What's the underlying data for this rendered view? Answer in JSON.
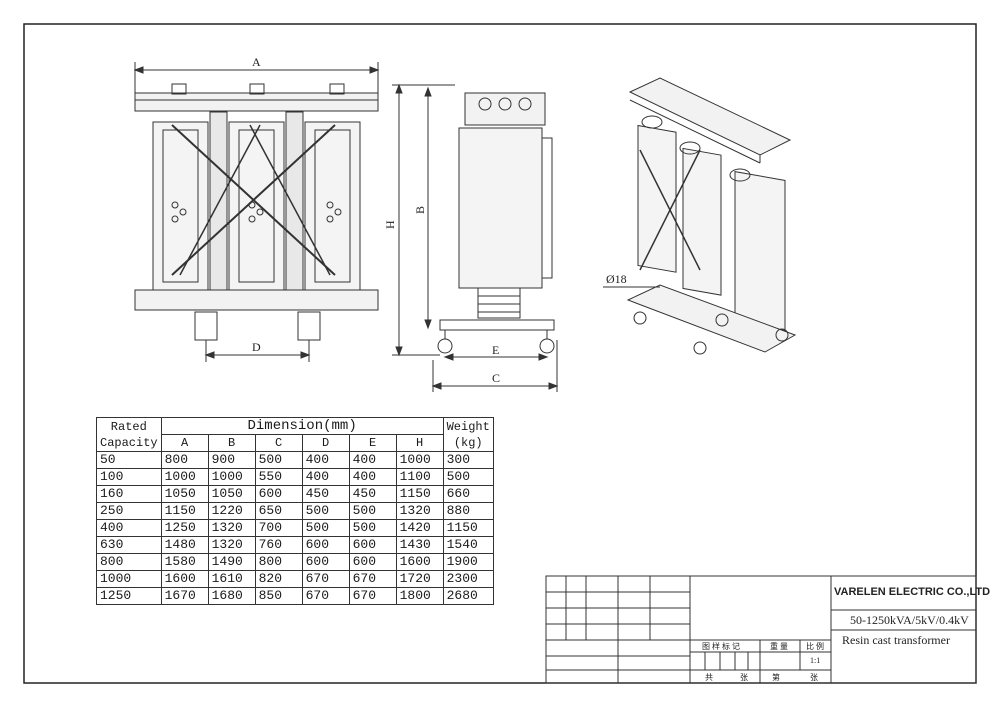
{
  "views": {
    "front": {
      "dim_a": "A",
      "dim_d": "D"
    },
    "side": {
      "dim_h": "H",
      "dim_b": "B",
      "dim_e": "E",
      "dim_c": "C"
    },
    "iso": {
      "hole_label": "Ø18"
    }
  },
  "table": {
    "col_rated_1": "Rated",
    "col_rated_2": "Capacity",
    "col_dimension": "Dimension(mm)",
    "col_weight_1": "Weight",
    "col_weight_2": "(kg)",
    "dim_cols": [
      "A",
      "B",
      "C",
      "D",
      "E",
      "H"
    ],
    "rows": [
      [
        "50",
        "800",
        "900",
        "500",
        "400",
        "400",
        "1000",
        "300"
      ],
      [
        "100",
        "1000",
        "1000",
        "550",
        "400",
        "400",
        "1100",
        "500"
      ],
      [
        "160",
        "1050",
        "1050",
        "600",
        "450",
        "450",
        "1150",
        "660"
      ],
      [
        "250",
        "1150",
        "1220",
        "650",
        "500",
        "500",
        "1320",
        "880"
      ],
      [
        "400",
        "1250",
        "1320",
        "700",
        "500",
        "500",
        "1420",
        "1150"
      ],
      [
        "630",
        "1480",
        "1320",
        "760",
        "600",
        "600",
        "1430",
        "1540"
      ],
      [
        "800",
        "1580",
        "1490",
        "800",
        "600",
        "600",
        "1600",
        "1900"
      ],
      [
        "1000",
        "1600",
        "1610",
        "820",
        "670",
        "670",
        "1720",
        "2300"
      ],
      [
        "1250",
        "1670",
        "1680",
        "850",
        "670",
        "670",
        "1800",
        "2680"
      ]
    ]
  },
  "title_block": {
    "company": "VARELEN ELECTRIC CO.,LTD",
    "spec": "50-1250kVA/5kV/0.4kV",
    "product": "Resin cast transformer",
    "label_marks": "图 样 标 记",
    "label_weight": "重 量",
    "label_scale": "比 例",
    "scale_value": "1:1",
    "label_total": "共",
    "label_sheet1": "张",
    "label_no": "第",
    "label_sheet2": "张"
  }
}
